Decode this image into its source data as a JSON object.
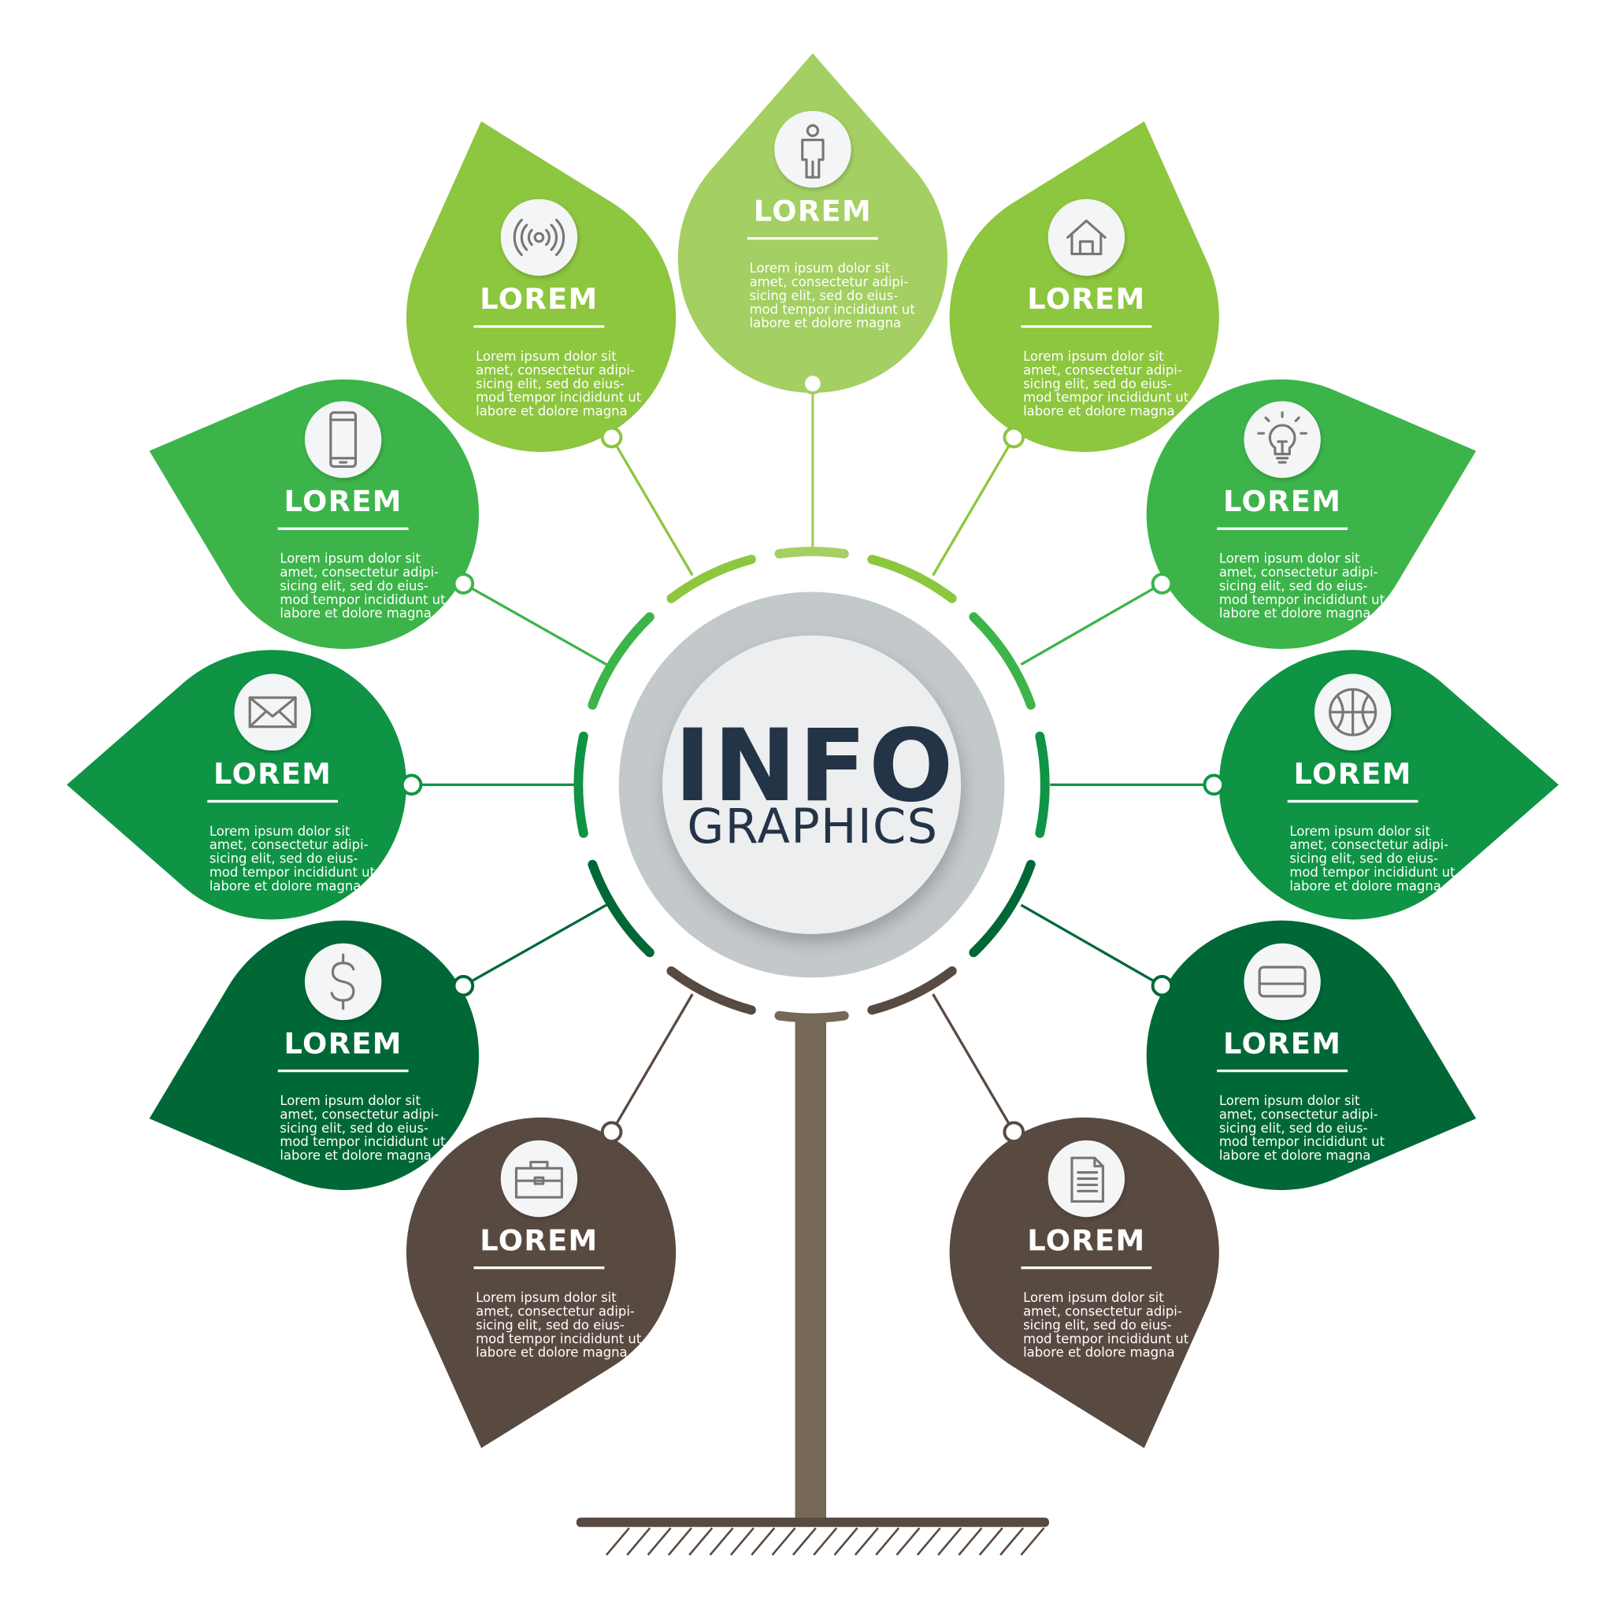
{
  "center": {
    "title": "INFO",
    "subtitle": "GRAPHICS"
  },
  "leaves": [
    {
      "id": "top",
      "icon": "person-icon",
      "title": "LOREM",
      "color": "#a4cf62",
      "lines": [
        "Lorem ipsum dolor sit",
        "amet, consectetur adipi-",
        "sicing elit, sed do eius-",
        "mod tempor incididunt ut",
        "labore et dolore magna"
      ]
    },
    {
      "id": "upper-left",
      "icon": "signal-icon",
      "title": "LOREM",
      "color": "#8dc63f",
      "lines": [
        "Lorem ipsum dolor sit",
        "amet, consectetur adipi-",
        "sicing elit, sed do eius-",
        "mod tempor incididunt ut",
        "labore et dolore magna"
      ]
    },
    {
      "id": "upper-right",
      "icon": "home-icon",
      "title": "LOREM",
      "color": "#8dc63f",
      "lines": [
        "Lorem ipsum dolor sit",
        "amet, consectetur adipi-",
        "sicing elit, sed do eius-",
        "mod tempor incididunt ut",
        "labore et dolore magna"
      ]
    },
    {
      "id": "mid-upper-left",
      "icon": "smartphone-icon",
      "title": "LOREM",
      "color": "#3cb44a",
      "lines": [
        "Lorem ipsum dolor sit",
        "amet, consectetur adipi-",
        "sicing elit, sed do eius-",
        "mod tempor incididunt ut",
        "labore et dolore magna"
      ]
    },
    {
      "id": "mid-upper-right",
      "icon": "lightbulb-icon",
      "title": "LOREM",
      "color": "#3cb44a",
      "lines": [
        "Lorem ipsum dolor sit",
        "amet, consectetur adipi-",
        "sicing elit, sed do eius-",
        "mod tempor incididunt ut",
        "labore et dolore magna"
      ]
    },
    {
      "id": "left",
      "icon": "envelope-icon",
      "title": "LOREM",
      "color": "#0e9444",
      "lines": [
        "Lorem ipsum dolor sit",
        "amet, consectetur adipi-",
        "sicing elit, sed do eius-",
        "mod tempor incididunt ut",
        "labore et dolore magna"
      ]
    },
    {
      "id": "right",
      "icon": "basketball-icon",
      "title": "LOREM",
      "color": "#0e9444",
      "lines": [
        "Lorem ipsum dolor sit",
        "amet, consectetur adipi-",
        "sicing elit, sed do eius-",
        "mod tempor incididunt ut",
        "labore et dolore magna"
      ]
    },
    {
      "id": "lower-left",
      "icon": "dollar-icon",
      "title": "LOREM",
      "color": "#006837",
      "lines": [
        "Lorem ipsum dolor sit",
        "amet, consectetur adipi-",
        "sicing elit, sed do eius-",
        "mod tempor incididunt ut",
        "labore et dolore magna"
      ]
    },
    {
      "id": "lower-right",
      "icon": "credit-card-icon",
      "title": "LOREM",
      "color": "#006837",
      "lines": [
        "Lorem ipsum dolor sit",
        "amet, consectetur adipi-",
        "sicing elit, sed do eius-",
        "mod tempor incididunt ut",
        "labore et dolore magna"
      ]
    },
    {
      "id": "bottom-left",
      "icon": "briefcase-icon",
      "title": "LOREM",
      "color": "#594a41",
      "lines": [
        "Lorem ipsum dolor sit",
        "amet, consectetur adipi-",
        "sicing elit, sed do eius-",
        "mod tempor incididunt ut",
        "labore et dolore magna"
      ]
    },
    {
      "id": "bottom-right",
      "icon": "document-icon",
      "title": "LOREM",
      "color": "#594a41",
      "lines": [
        "Lorem ipsum dolor sit",
        "amet, consectetur adipi-",
        "sicing elit, sed do eius-",
        "mod tempor incididunt ut",
        "labore et dolore magna"
      ]
    }
  ],
  "colors": {
    "trunk": "#756857",
    "ring_top": "#a4cf62",
    "ring_brown": "#594a41",
    "center_outer": "#c3c9cb",
    "center_inner": "#eceeef",
    "text_dark": "#243447"
  }
}
